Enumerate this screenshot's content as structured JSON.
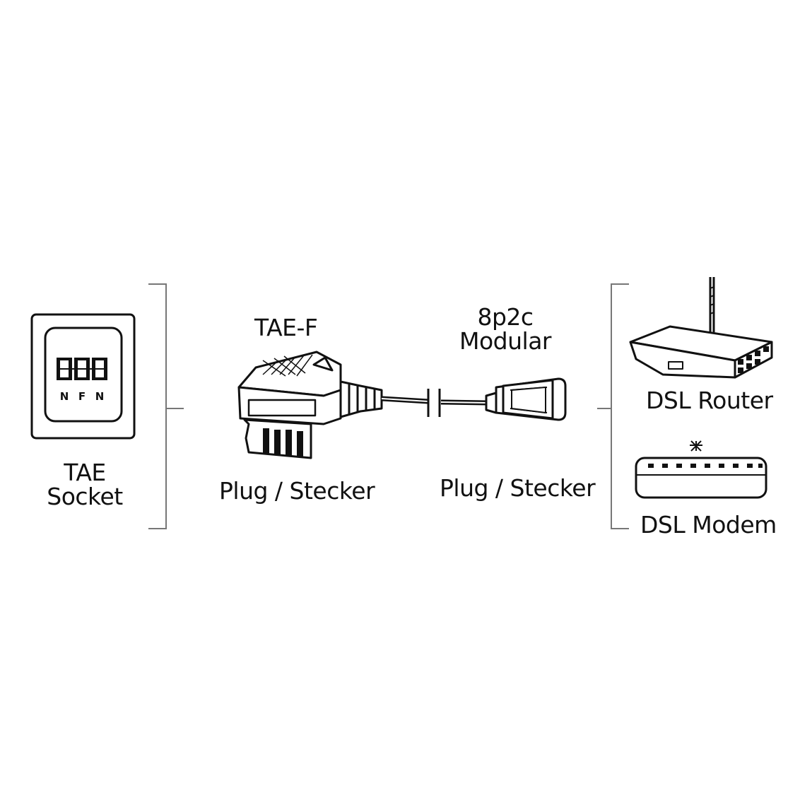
{
  "socket": {
    "pin_labels": [
      "N",
      "F",
      "N"
    ],
    "label_line1": "TAE",
    "label_line2": "Socket"
  },
  "tae_plug": {
    "title": "TAE-F",
    "caption": "Plug / Stecker"
  },
  "modular_plug": {
    "title_line1": "8p2c",
    "title_line2": "Modular",
    "caption": "Plug / Stecker"
  },
  "devices": {
    "router_label": "DSL Router",
    "modem_label": "DSL Modem"
  },
  "colors": {
    "stroke": "#111111",
    "bracket": "#777777",
    "background": "#ffffff"
  }
}
